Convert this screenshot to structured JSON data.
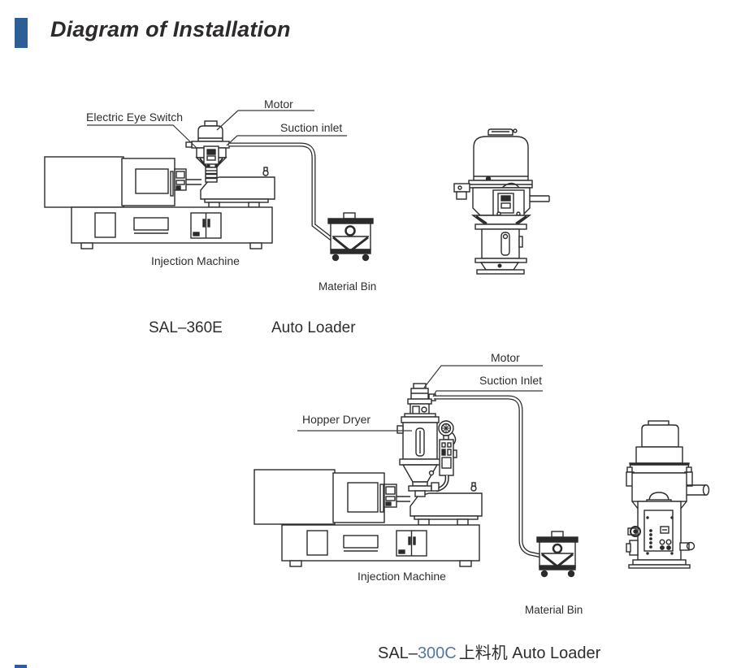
{
  "page": {
    "title": "Diagram of Installation",
    "accent_color": "#2b5f96",
    "line_color": "#2b2b2b"
  },
  "top_diagram": {
    "labels": {
      "electric_eye_switch": "Electric Eye Switch",
      "motor": "Motor",
      "suction_inlet": "Suction inlet",
      "injection_machine": "Injection Machine",
      "material_bin": "Material Bin"
    },
    "caption": {
      "model": "SAL–360E",
      "product": "Auto Loader"
    }
  },
  "bottom_diagram": {
    "labels": {
      "motor": "Motor",
      "suction_inlet": "Suction Inlet",
      "hopper_dryer": "Hopper Dryer",
      "injection_machine": "Injection Machine",
      "material_bin": "Material Bin"
    },
    "caption": {
      "prefix": "SAL–",
      "model": "300C",
      "model_color": "#55779f",
      "suffix": "上料机 Auto Loader"
    }
  }
}
